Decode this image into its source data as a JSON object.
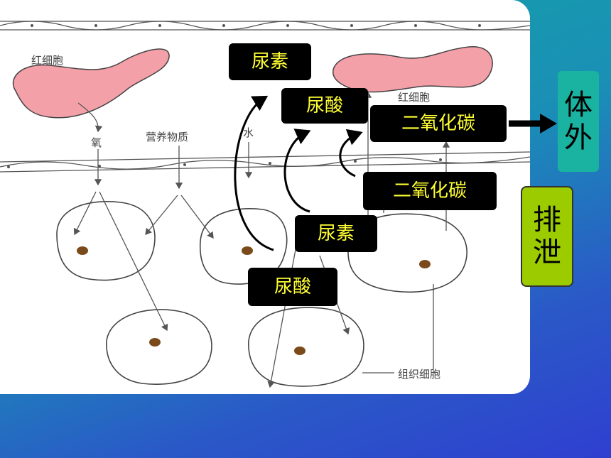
{
  "diagram": {
    "labels": {
      "red_blood_cell_left": "红细胞",
      "red_blood_cell_right": "红细胞",
      "oxygen": "氧",
      "nutrients": "营养物质",
      "water": "水",
      "tissue_cells": "组织细胞"
    },
    "tags": {
      "urea_top": "尿素",
      "uric_acid_top": "尿酸",
      "co2_top": "二氧化碳",
      "co2_bottom": "二氧化碳",
      "urea_bottom": "尿素",
      "uric_acid_bottom": "尿酸"
    },
    "external": {
      "char1": "体",
      "char2": "外"
    },
    "excretion": {
      "char1": "排",
      "char2": "泄"
    }
  },
  "colors": {
    "tag_bg": "#000000",
    "tag_text": "#ffff33",
    "red_cell": "#f4a0a8",
    "external_box": "#1ab2a0",
    "excretion_box": "#9ccc00"
  }
}
